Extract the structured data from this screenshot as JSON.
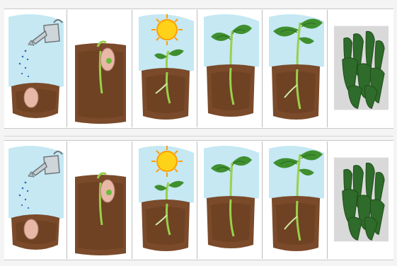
{
  "strips": [
    {
      "id": "row-1",
      "stages": [
        {
          "stage": "watering-seed"
        },
        {
          "stage": "sprouting-seed"
        },
        {
          "stage": "seedling-with-sun"
        },
        {
          "stage": "young-plant"
        },
        {
          "stage": "mature-plant"
        },
        {
          "stage": "bean-pods"
        }
      ]
    },
    {
      "id": "row-2",
      "stages": [
        {
          "stage": "watering-seed"
        },
        {
          "stage": "sprouting-seed"
        },
        {
          "stage": "seedling-with-sun"
        },
        {
          "stage": "young-plant"
        },
        {
          "stage": "mature-plant"
        },
        {
          "stage": "bean-pods"
        }
      ]
    }
  ],
  "colors": {
    "soil": "#7a4a2a",
    "soil_dark": "#5a3418",
    "sky": "#bfe6f2",
    "leaf": "#3f8f2f",
    "leaf_dark": "#2b6a20",
    "stem": "#9ad04a",
    "seed": "#e8b7a6",
    "sun": "#ffd21a",
    "pods": "#2f6b2a"
  }
}
